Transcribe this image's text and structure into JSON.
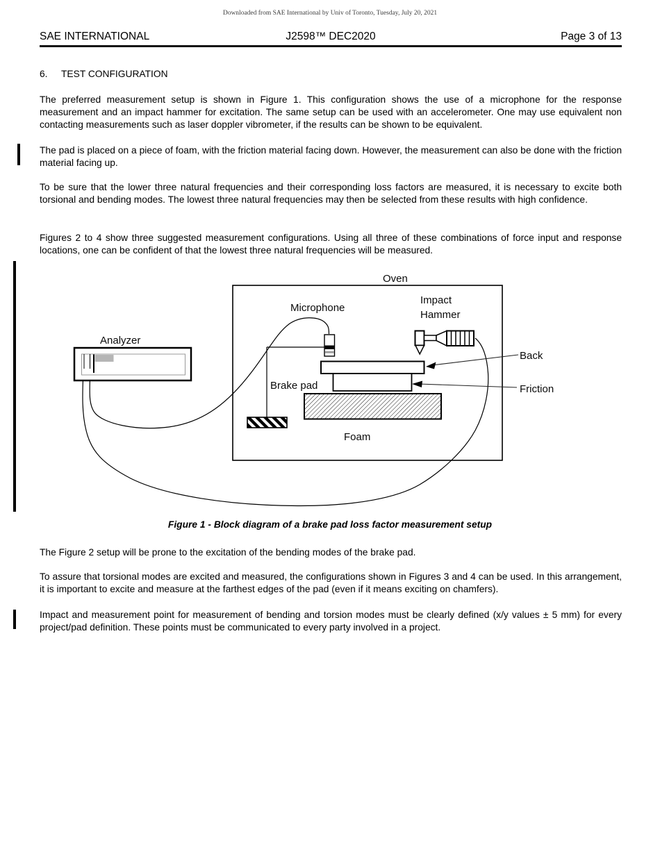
{
  "doc": {
    "watermark": "Downloaded from SAE International by Univ of Toronto, Tuesday, July 20, 2021",
    "header": {
      "left": "SAE INTERNATIONAL",
      "center": "J2598™ DEC2020",
      "right": "Page 3 of 13"
    },
    "section": {
      "number": "6.",
      "title": "TEST CONFIGURATION"
    },
    "paragraphs": {
      "p1": "The preferred measurement setup is shown in Figure 1. This configuration shows the use of a microphone for the response measurement and an impact hammer for excitation. The same setup can be used with an accelerometer. One may use equivalent non contacting measurements such as laser doppler vibrometer, if the results can be shown to be equivalent.",
      "p2": "The pad is placed on a piece of foam, with the friction material facing down. However, the measurement can also be done with the friction material facing up.",
      "p3": "To be sure that the lower three natural frequencies and their corresponding loss factors are measured, it is necessary to excite both torsional and bending modes. The lowest three natural frequencies may then be selected from these results with high confidence.",
      "p4": "Figures 2 to 4 show three suggested measurement configurations. Using all three of these combinations of force input and response locations, one can be confident of that the lowest three natural frequencies will be measured.",
      "p5": "The Figure 2 setup will be prone to the excitation of the bending modes of the brake pad.",
      "p6": "To assure that torsional modes are excited and measured, the configurations shown in Figures 3 and 4 can be used. In this arrangement, it is important to excite and measure at the farthest edges of the pad (even if it means exciting on chamfers).",
      "p7": "Impact and measurement point for measurement of bending and torsion modes must be clearly defined (x/y values ± 5 mm) for every project/pad definition. These points must be communicated to every party involved in a project."
    },
    "figure": {
      "labels": {
        "oven": "Oven",
        "microphone": "Microphone",
        "impact_line1": "Impact",
        "impact_line2": "Hammer",
        "analyzer": "Analyzer",
        "brake_pad": "Brake pad",
        "back": "Back",
        "friction": "Friction",
        "foam": "Foam"
      },
      "caption": "Figure 1 - Block diagram of a brake pad loss factor measurement setup"
    },
    "colors": {
      "ink": "#000000",
      "watermark_gray": "#3d3d3d",
      "analyzer_bar_gray": "#b5b5b5"
    }
  }
}
